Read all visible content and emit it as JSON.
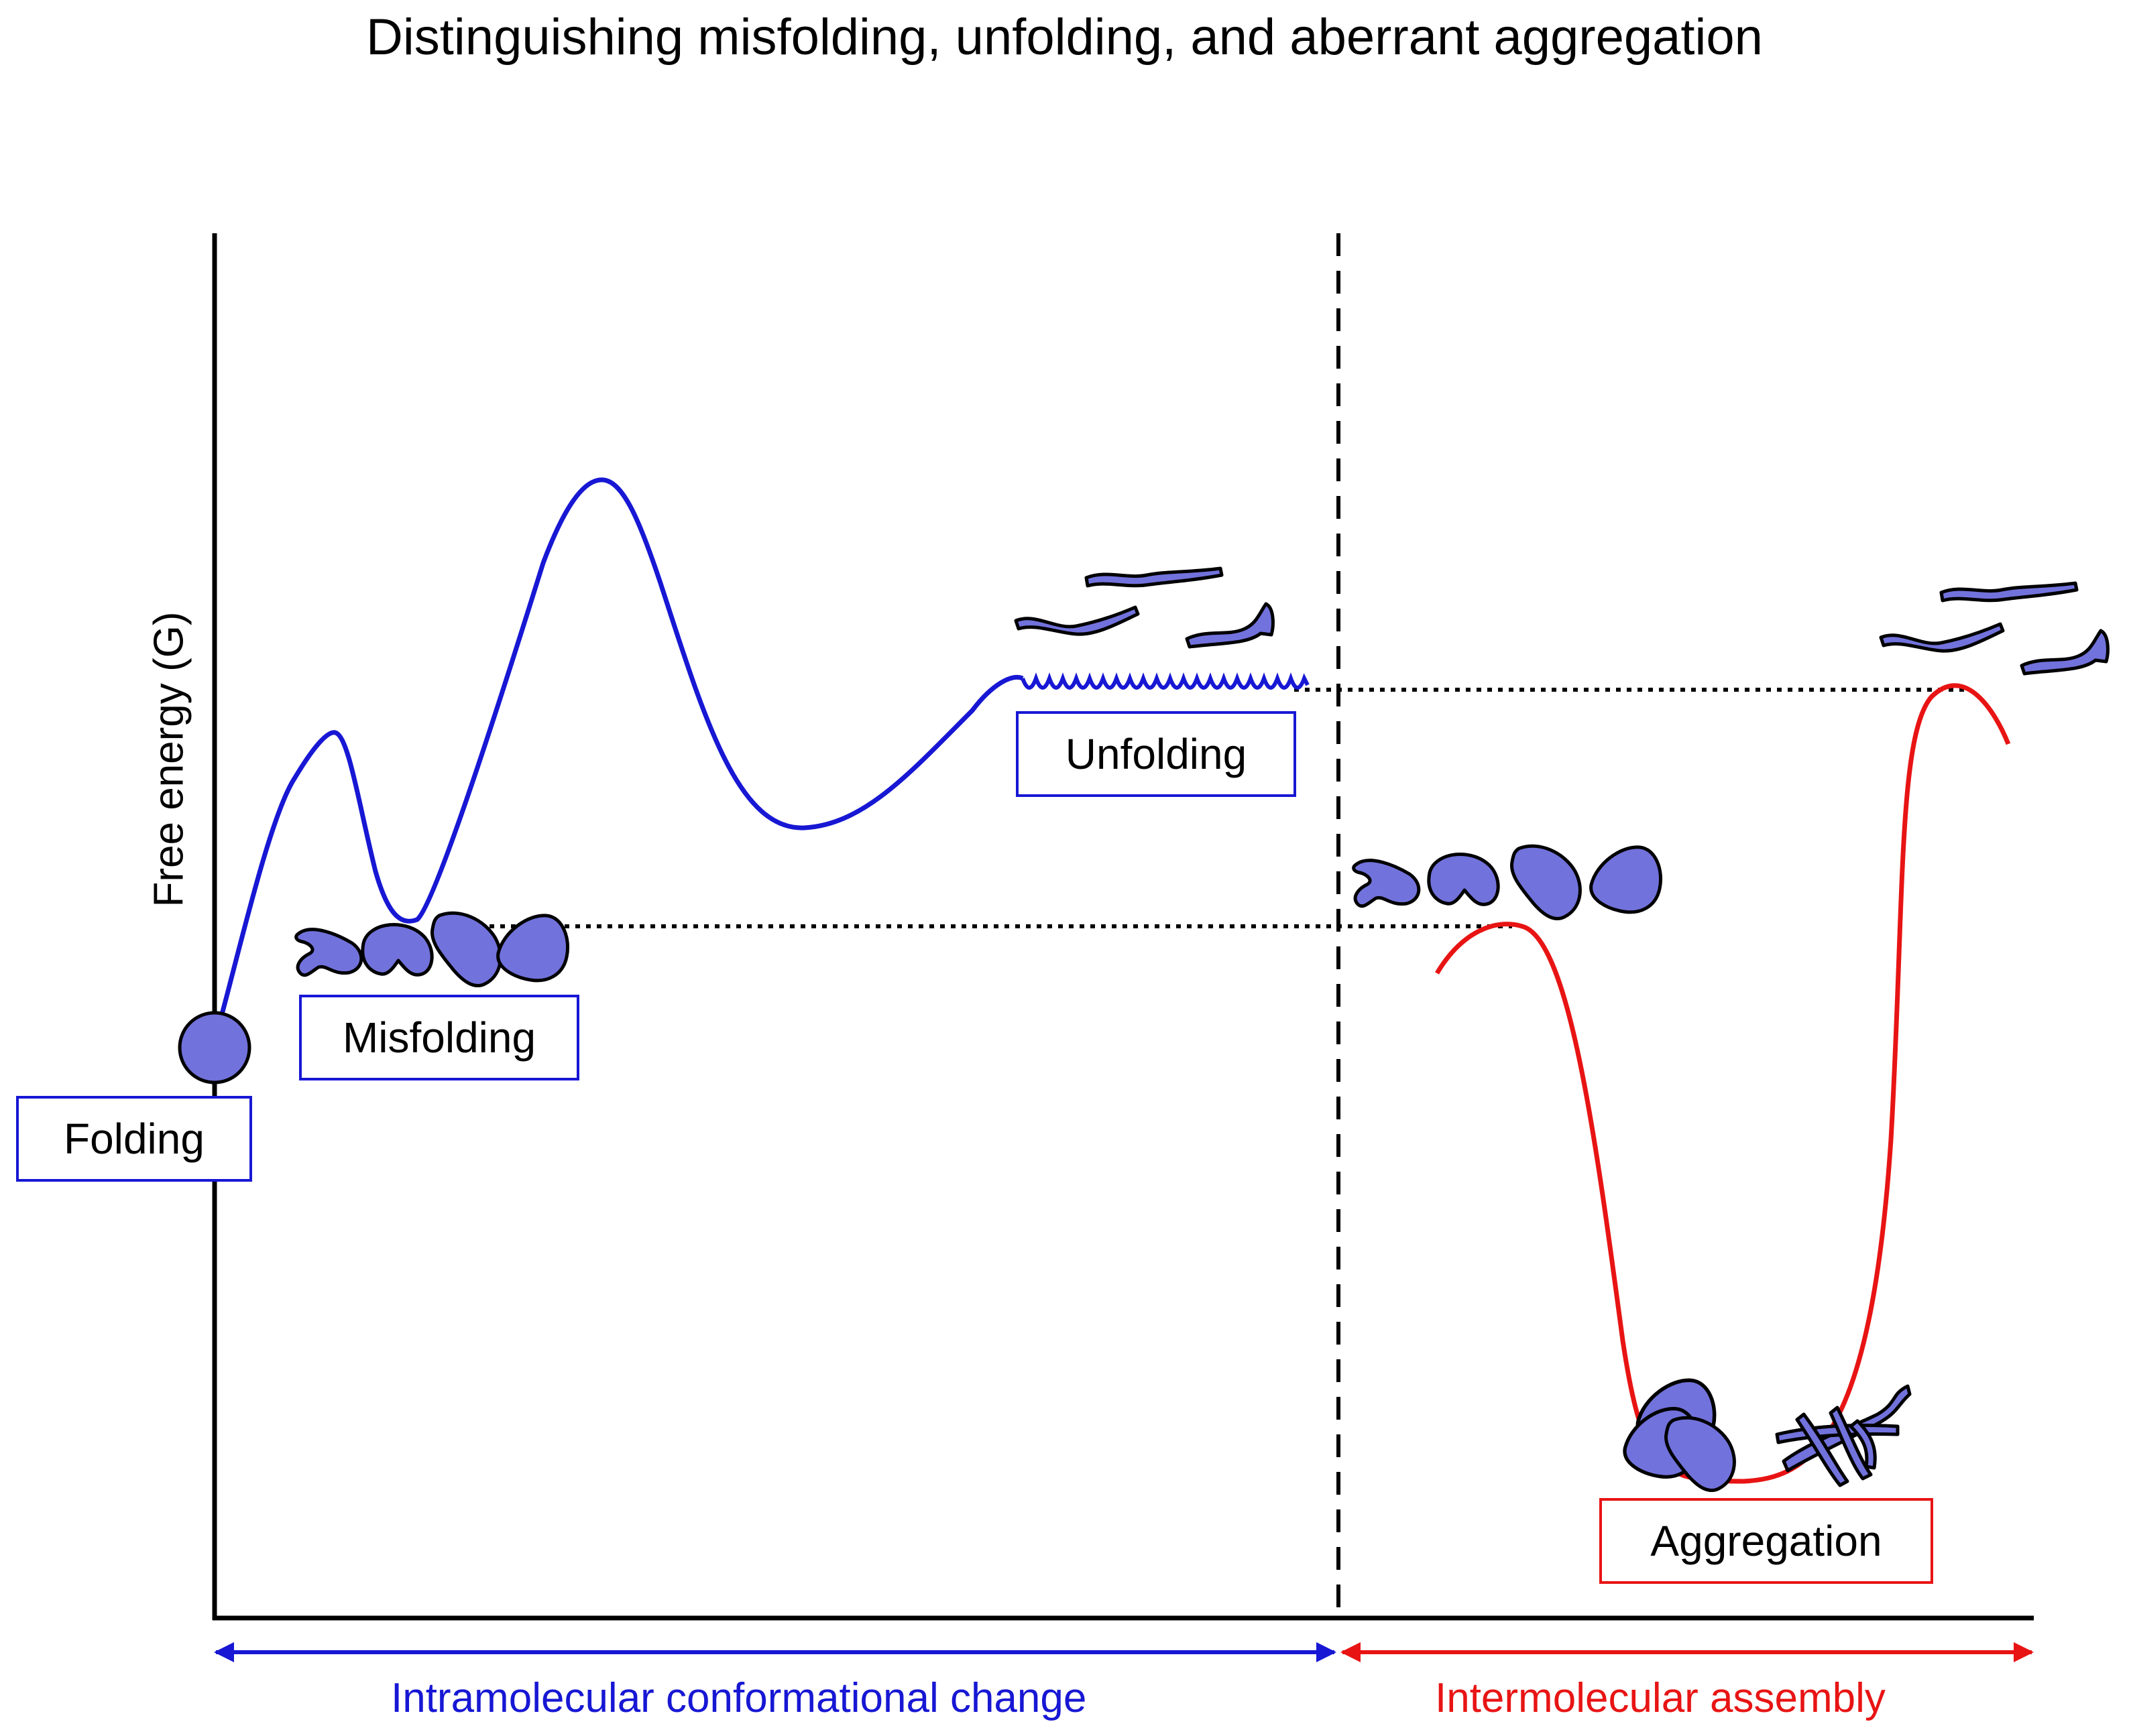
{
  "title": "Distinguishing misfolding, unfolding, and aberrant aggregation",
  "y_axis_label": "Free energy (G)",
  "states": {
    "folding": "Folding",
    "misfolding": "Misfolding",
    "unfolding": "Unfolding",
    "aggregation": "Aggregation"
  },
  "regions": {
    "intramolecular": "Intramolecular conformational change",
    "intermolecular": "Intermolecular assembly"
  },
  "colors": {
    "intramolecular": "#1717d4",
    "intermolecular": "#e81414",
    "protein_fill": "#7272dc",
    "axis": "#000000"
  }
}
